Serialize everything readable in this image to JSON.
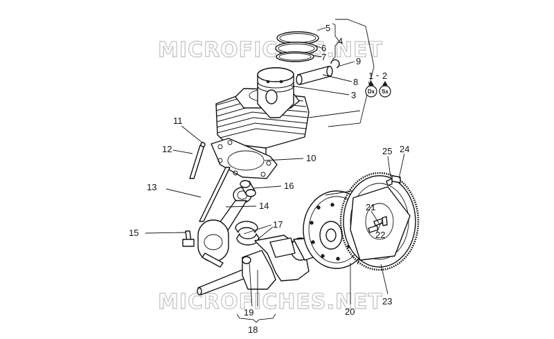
{
  "watermark": {
    "top": "MICROFICHES.NET",
    "bottom": "MICROFICHES.NET"
  },
  "callouts": {
    "c1": "1",
    "c2": "2",
    "c3": "3",
    "c4": "4",
    "c5": "5",
    "c6": "6",
    "c7": "7",
    "c8": "8",
    "c9": "9",
    "c10": "10",
    "c11": "11",
    "c12": "12",
    "c13": "13",
    "c14": "14",
    "c15": "15",
    "c16": "16",
    "c17": "17",
    "c18": "18",
    "c19": "19",
    "c20": "20",
    "c21": "21",
    "c22": "22",
    "c23": "23",
    "c24": "24",
    "c25": "25"
  },
  "side_separator": "-",
  "badges": {
    "right": "Dx",
    "left": "Sx"
  }
}
